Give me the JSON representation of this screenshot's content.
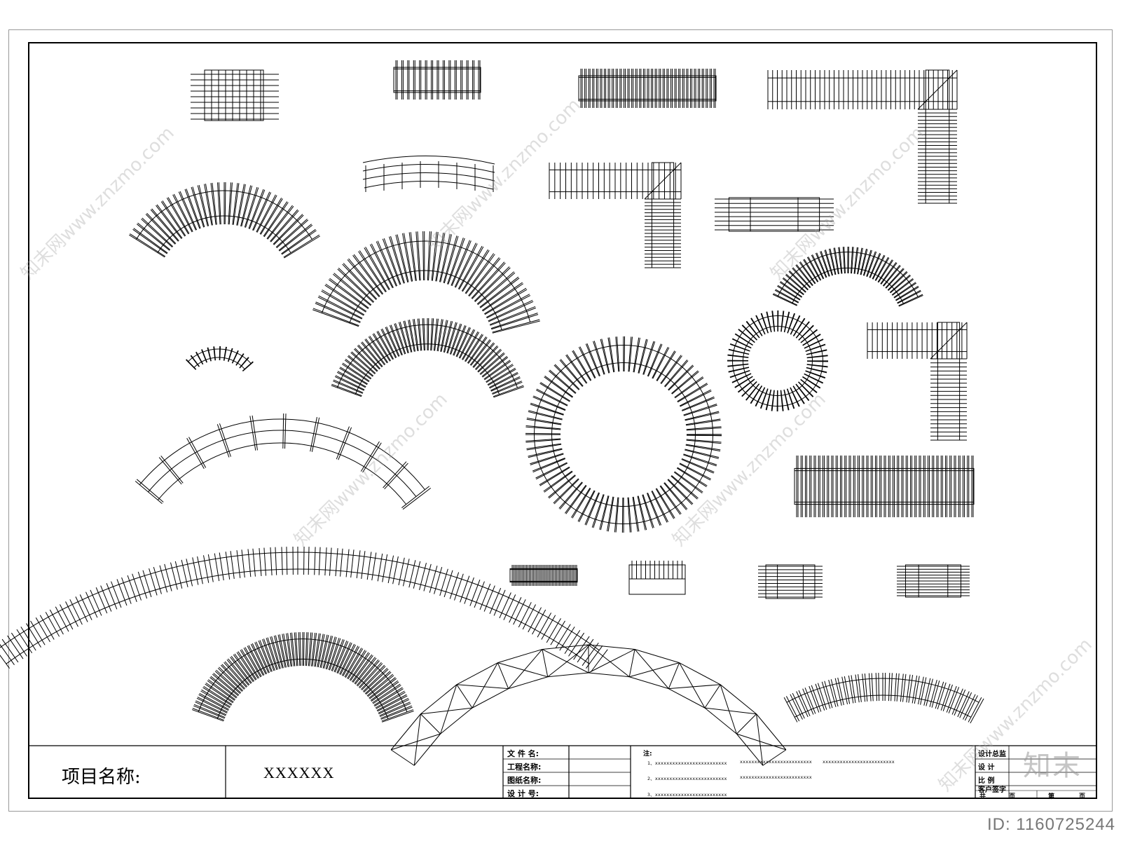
{
  "title_block": {
    "project_label": "项目名称:",
    "project_value": "XXXXXX",
    "fields": [
      "文 件 名:",
      "工程名称:",
      "图纸名称:",
      "设 计 号:"
    ],
    "notes_title": "注:",
    "notes": [
      "1、xxxxxxxxxxxxxxxxxxxxxxxxx",
      "xxxxxxxxxxxxxxxxxxxxxxxxx",
      "xxxxxxxxxxxxxxxxxxxxxxxxx",
      "2、xxxxxxxxxxxxxxxxxxxxxxxxx",
      "xxxxxxxxxxxxxxxxxxxxxxxxx",
      "3、xxxxxxxxxxxxxxxxxxxxxxxxx"
    ],
    "signatures": [
      "设计总监",
      "设 计",
      "比 例",
      "客户签字"
    ],
    "page_total": "共",
    "page_unit": "页",
    "page_current": "第",
    "page_unit2": "页"
  },
  "watermark": {
    "logo": "知末",
    "text": "知末网www.znzmo.com"
  },
  "footer_id": "ID: 1160725244"
}
